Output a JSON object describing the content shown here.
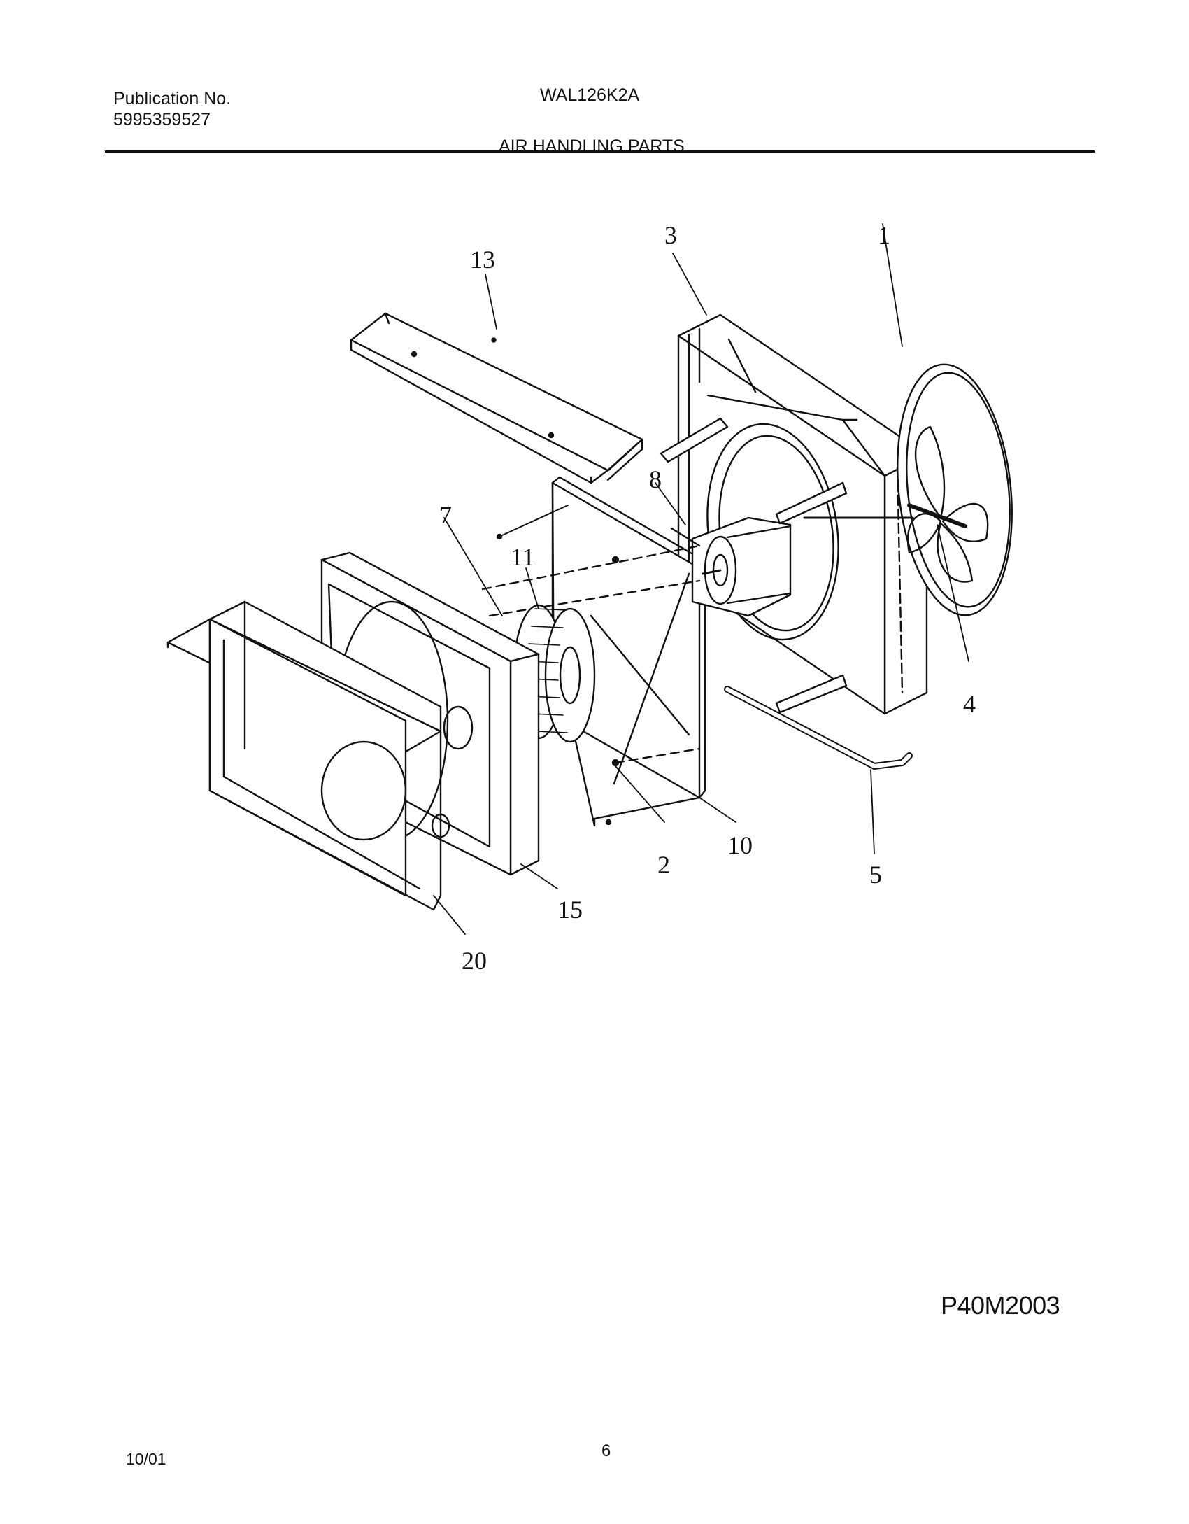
{
  "header": {
    "publication_label": "Publication No.",
    "publication_number": "5995359527",
    "model": "WAL126K2A",
    "section_title": "AIR HANDLING PARTS"
  },
  "callouts": {
    "c1": "1",
    "c2": "2",
    "c3": "3",
    "c4": "4",
    "c5": "5",
    "c7": "7",
    "c8": "8",
    "c10": "10",
    "c11": "11",
    "c13": "13",
    "c15": "15",
    "c20": "20"
  },
  "footer": {
    "drawing_code": "P40M2003",
    "date": "10/01",
    "page_number": "6"
  }
}
